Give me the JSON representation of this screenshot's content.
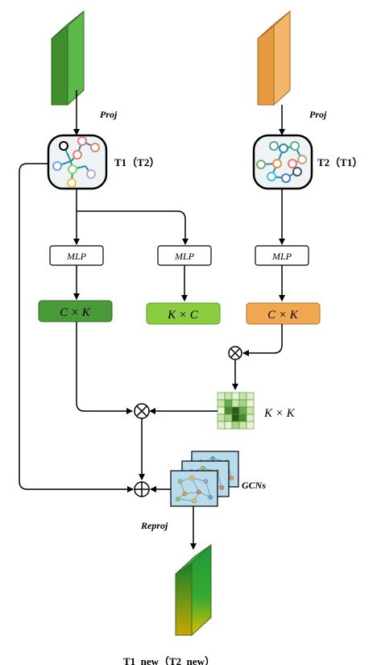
{
  "labels": {
    "proj_left": "Proj",
    "proj_right": "Proj",
    "t1": "T1（T2）",
    "t2": "T2（T1）",
    "mlp1": "MLP",
    "mlp2": "MLP",
    "mlp3": "MLP",
    "ck_left": "C × K",
    "kc_mid": "K × C",
    "ck_right": "C × K",
    "kk": "K × K",
    "gcns": "GCNs",
    "reproj": "Reproj",
    "output": "T1_new（T2_new）"
  },
  "colors": {
    "green_dark": "#4a9a3a",
    "green_light": "#8ccc40",
    "orange": "#f0a850",
    "graph_bg": "#eef3f6"
  },
  "icons": [
    "multiply-icon",
    "add-icon"
  ]
}
